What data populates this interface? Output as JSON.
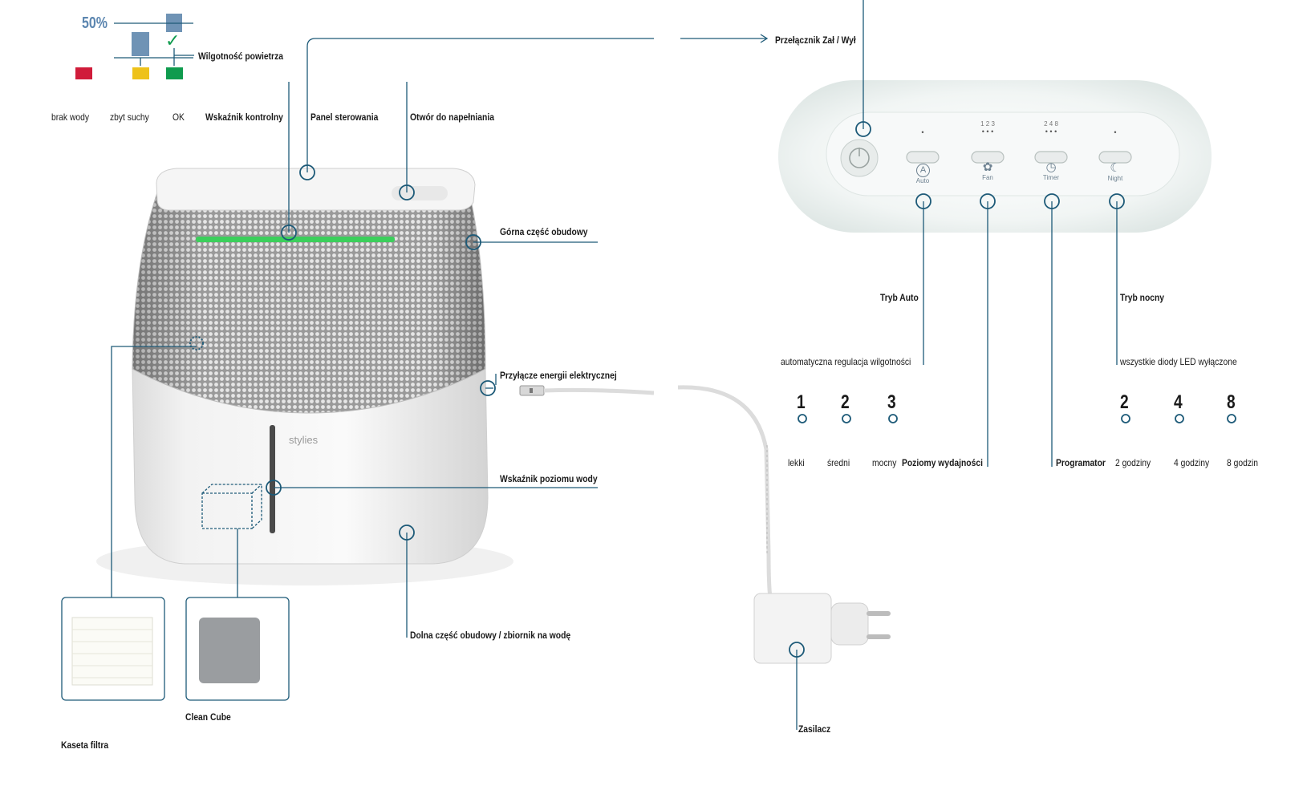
{
  "colors": {
    "accent": "#1d5a78",
    "bar_blue": "#6f93b5",
    "percent": "#5c86b0",
    "red": "#d01c3a",
    "yellow": "#eec21a",
    "green": "#0f9b4e",
    "led": "#3ccf5c"
  },
  "humidity_legend": {
    "percent": "50%",
    "check": "✓",
    "title": "Wilgotność powietrza",
    "states": [
      "brak wody",
      "zbyt suchy",
      "OK"
    ]
  },
  "labels": {
    "control_indicator": "Wskaźnik kontrolny",
    "control_panel": "Panel sterowania",
    "fill_opening": "Otwór do napełniania",
    "upper_housing": "Górna część obudowy",
    "power_connector": "Przyłącze energii elektrycznej",
    "water_level_indicator": "Wskaźnik poziomu wody",
    "lower_housing": "Dolna część obudowy / zbiornik na wodę",
    "filter_cassette": "Kaseta filtra",
    "clean_cube": "Clean Cube",
    "power_adapter": "Zasilacz",
    "power_switch": "Przełącznik Zał / Wył",
    "brand": "stylies"
  },
  "panel": {
    "buttons": [
      {
        "name": "auto",
        "label": "Auto",
        "icon": "A",
        "levels": "",
        "dots": "•"
      },
      {
        "name": "fan",
        "label": "Fan",
        "icon": "✿",
        "levels": "1 2 3",
        "dots": "• • •"
      },
      {
        "name": "timer",
        "label": "Timer",
        "icon": "◷",
        "levels": "2 4 8",
        "dots": "• • •"
      },
      {
        "name": "night",
        "label": "Night",
        "icon": "☾",
        "levels": "",
        "dots": "•"
      }
    ],
    "auto_mode": {
      "title": "Tryb Auto",
      "desc": "automatyczna regulacja wilgotności"
    },
    "night_mode": {
      "title": "Tryb nocny",
      "desc": "wszystkie diody LED wyłączone"
    },
    "performance": {
      "title": "Poziomy wydajności",
      "values": [
        "1",
        "2",
        "3"
      ],
      "names": [
        "lekki",
        "średni",
        "mocny"
      ]
    },
    "programmer": {
      "title": "Programator",
      "values": [
        "2",
        "4",
        "8"
      ],
      "names": [
        "2 godziny",
        "4 godziny",
        "8 godzin"
      ]
    }
  }
}
